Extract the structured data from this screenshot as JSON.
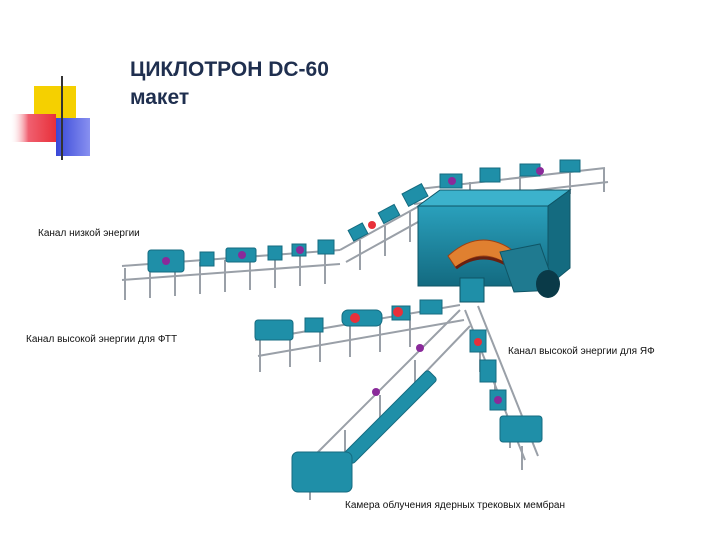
{
  "slide": {
    "title_line1": "ЦИКЛОТРОН DC-60",
    "title_line2": "макет"
  },
  "labels": {
    "low_energy": "Канал низкой энергии",
    "high_energy_ftt": "Канал высокой энергии для ФТТ",
    "high_energy_nf": "Канал высокой энергии для ЯФ",
    "camera": "Камера облучения ядерных трековых мембран"
  },
  "colors": {
    "accent_yellow": "#f5d000",
    "accent_red": "#e8303a",
    "accent_blue": "#3848d8",
    "equipment": "#1f8fa8",
    "equipment_dark": "#146b80",
    "frame": "#9aa0a8",
    "magnet": "#8a2a9a"
  }
}
